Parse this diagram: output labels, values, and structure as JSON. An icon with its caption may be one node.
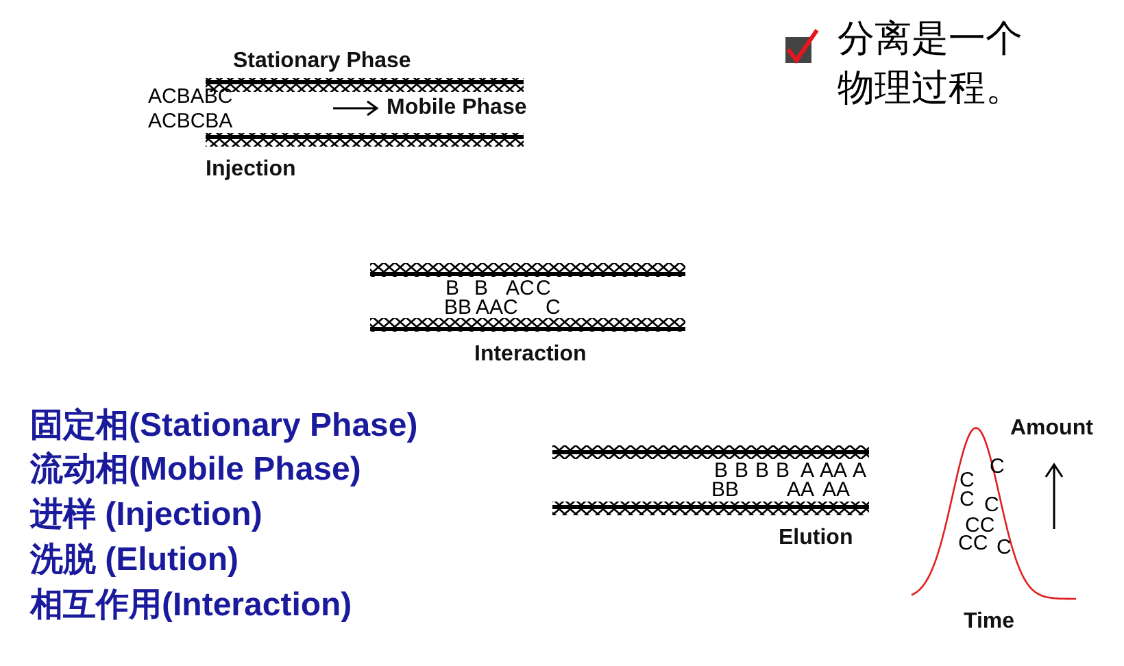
{
  "diagram": {
    "labels": [
      "分离是一个物理过程。",
      "Stationary Phase",
      "ACBABC",
      "ACBCBA",
      "Mobile Phase",
      "Injection",
      "B",
      "B",
      "AC",
      "C",
      "BB",
      "AAC",
      "C",
      "Interaction",
      "B",
      "B",
      "B",
      "B",
      "A",
      "AA",
      "A",
      "BB",
      "AA",
      "AA",
      "Elution",
      "C",
      "C",
      "C",
      "C",
      "CC",
      "CC",
      "C",
      "Amount",
      "Time",
      "固定相(Stationary Phase)",
      "流动相(Mobile Phase)",
      "进样 (Injection)",
      "洗脱 (Elution)",
      "相互作用(Interaction)"
    ]
  }
}
